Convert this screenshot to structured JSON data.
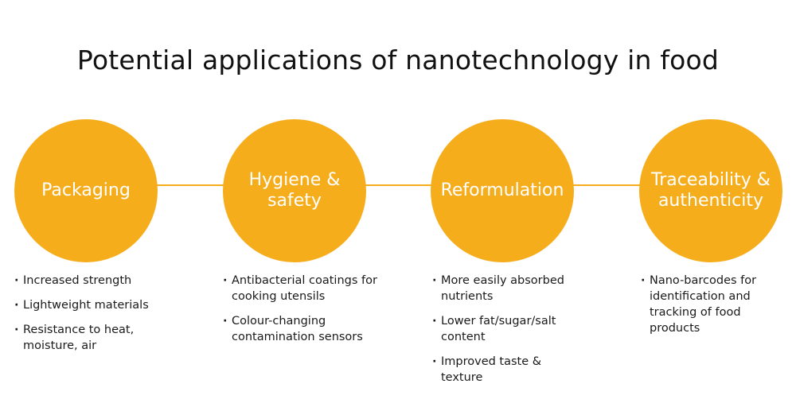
{
  "title": "Potential applications of nanotechnology in food",
  "accent_color": "#f6ad1c",
  "stages": [
    {
      "label_lines": [
        "Packaging"
      ],
      "bullets": [
        "Increased strength",
        "Lightweight materials",
        "Resistance to heat, moisture, air"
      ]
    },
    {
      "label_lines": [
        "Hygiene &",
        "safety"
      ],
      "bullets": [
        "Antibacterial coatings for cooking utensils",
        "Colour-changing contamination sensors"
      ]
    },
    {
      "label_lines": [
        "Reformulation"
      ],
      "bullets": [
        "More easily absorbed nutrients",
        "Lower fat/sugar/salt content",
        "Improved taste & texture"
      ]
    },
    {
      "label_lines": [
        "Traceability &",
        "authenticity"
      ],
      "bullets": [
        "Nano-barcodes for identification and tracking of food products"
      ]
    }
  ]
}
